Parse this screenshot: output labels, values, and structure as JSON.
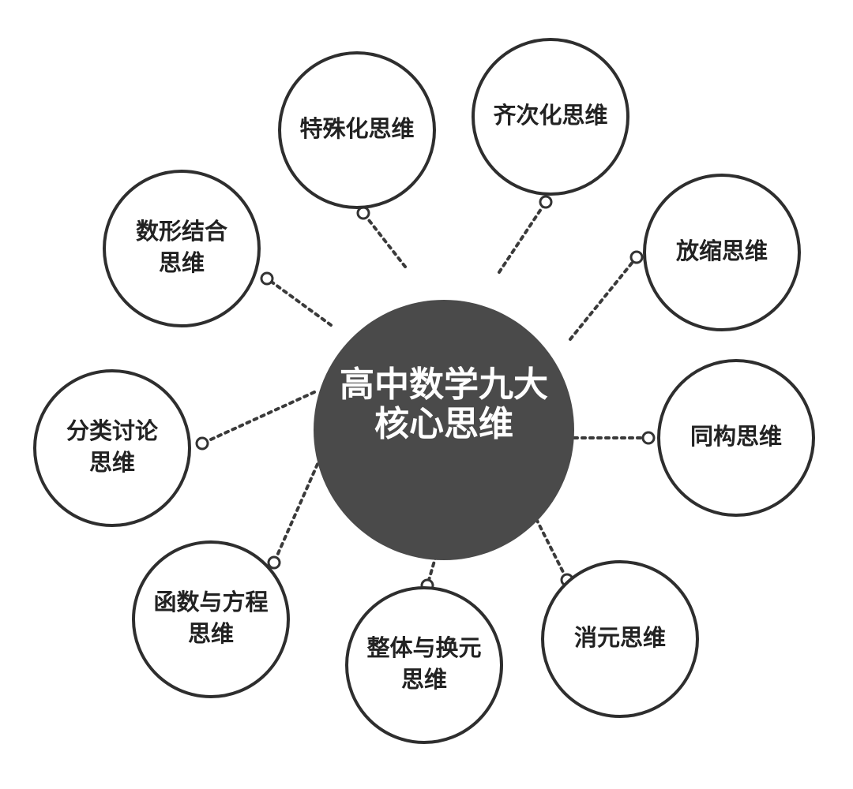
{
  "diagram": {
    "center": {
      "lines": [
        "高中数学九大",
        "核心思维"
      ],
      "fill": "#4a4a4a"
    },
    "nodes": [
      {
        "id": "special",
        "lines": [
          "特殊化思维"
        ]
      },
      {
        "id": "homogeneous",
        "lines": [
          "齐次化思维"
        ]
      },
      {
        "id": "scaling",
        "lines": [
          "放缩思维"
        ]
      },
      {
        "id": "isomorphism",
        "lines": [
          "同构思维"
        ]
      },
      {
        "id": "elimination",
        "lines": [
          "消元思维"
        ]
      },
      {
        "id": "whole-substitution",
        "lines": [
          "整体与换元",
          "思维"
        ]
      },
      {
        "id": "function-equation",
        "lines": [
          "函数与方程",
          "思维"
        ]
      },
      {
        "id": "classification",
        "lines": [
          "分类讨论",
          "思维"
        ]
      },
      {
        "id": "number-shape",
        "lines": [
          "数形结合",
          "思维"
        ]
      }
    ]
  }
}
